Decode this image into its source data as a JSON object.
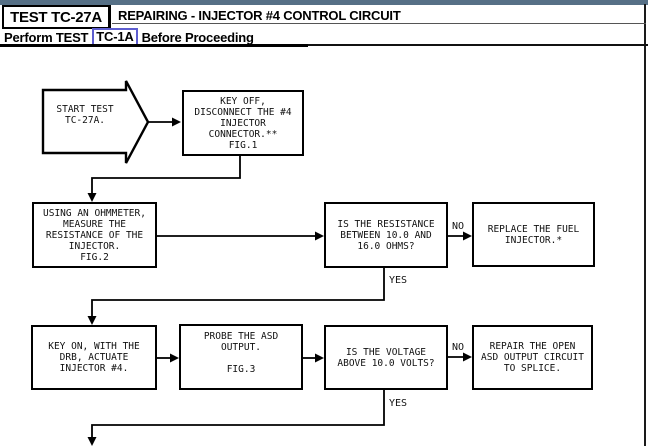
{
  "app": {
    "topbar_color": "#567086",
    "link_border_color": "#5e5ed0"
  },
  "header": {
    "test_id": "TEST TC-27A",
    "title": "REPAIRING - INJECTOR #4 CONTROL CIRCUIT",
    "perform_prefix": "Perform TEST",
    "perform_link": "TC-1A",
    "perform_suffix": "Before Proceeding"
  },
  "flowchart": {
    "start": {
      "lines": [
        "START TEST",
        "TC-27A."
      ]
    },
    "nodes": {
      "key_off": {
        "lines": [
          "KEY OFF,",
          "DISCONNECT THE #4",
          "INJECTOR",
          "CONNECTOR.**",
          "FIG.1"
        ]
      },
      "ohmmeter": {
        "lines": [
          "USING AN OHMMETER,",
          "MEASURE THE",
          "RESISTANCE OF THE",
          "INJECTOR.",
          "FIG.2"
        ]
      },
      "resistance": {
        "lines": [
          "IS THE RESISTANCE",
          "BETWEEN 10.0 AND",
          "16.0 OHMS?"
        ]
      },
      "replace": {
        "lines": [
          "REPLACE THE FUEL",
          "INJECTOR.*"
        ]
      },
      "key_on": {
        "lines": [
          "KEY ON, WITH THE",
          "DRB, ACTUATE",
          "INJECTOR #4."
        ]
      },
      "probe": {
        "lines": [
          "PROBE THE ASD",
          "OUTPUT.",
          "",
          "FIG.3"
        ]
      },
      "voltage": {
        "lines": [
          "IS THE VOLTAGE",
          "ABOVE 10.0 VOLTS?"
        ]
      },
      "repair": {
        "lines": [
          "REPAIR THE OPEN",
          "ASD OUTPUT CIRCUIT",
          "TO SPLICE."
        ]
      }
    },
    "edge_labels": {
      "resistance_no": "NO",
      "resistance_yes": "YES",
      "voltage_no": "NO",
      "voltage_yes": "YES"
    }
  }
}
